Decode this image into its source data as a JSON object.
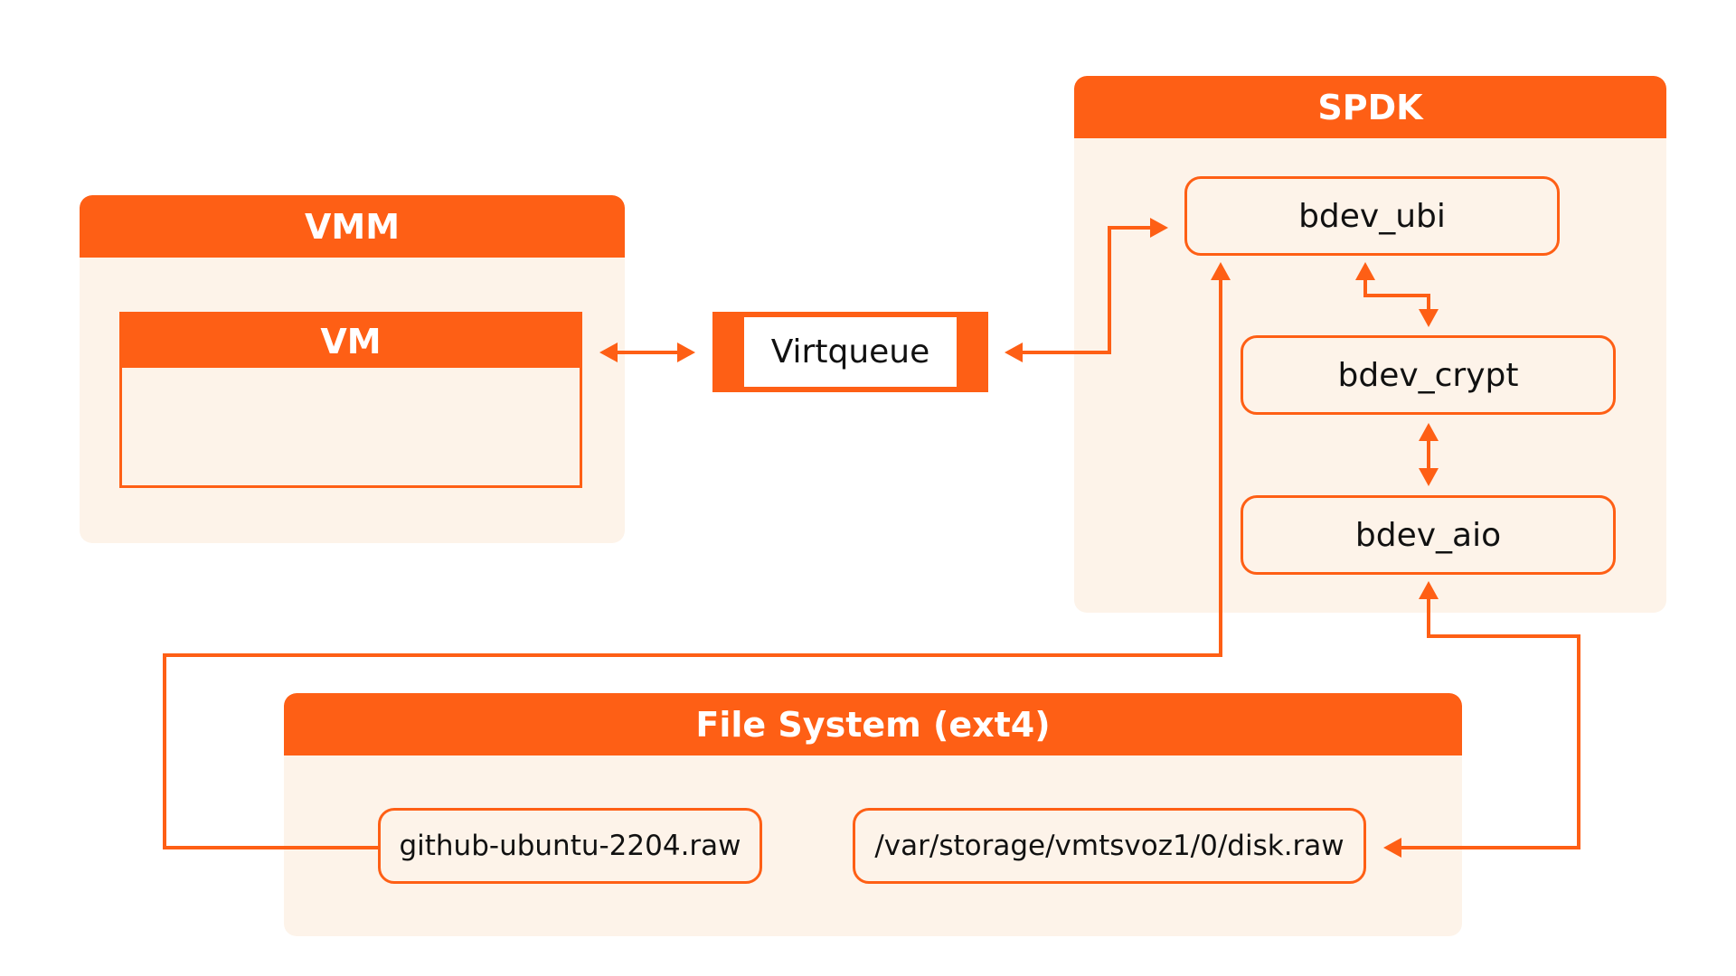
{
  "colors": {
    "accent": "#fe5f15",
    "panel_background": "#fdf3e9",
    "text": "#111111"
  },
  "vmm": {
    "title": "VMM",
    "vm": {
      "title": "VM"
    }
  },
  "virtqueue": {
    "label": "Virtqueue"
  },
  "spdk": {
    "title": "SPDK",
    "bdev_ubi": "bdev_ubi",
    "bdev_crypt": "bdev_crypt",
    "bdev_aio": "bdev_aio"
  },
  "filesystem": {
    "title": "File System (ext4)",
    "github_image": "github-ubuntu-2204.raw",
    "disk_image": "/var/storage/vmtsvoz1/0/disk.raw"
  }
}
